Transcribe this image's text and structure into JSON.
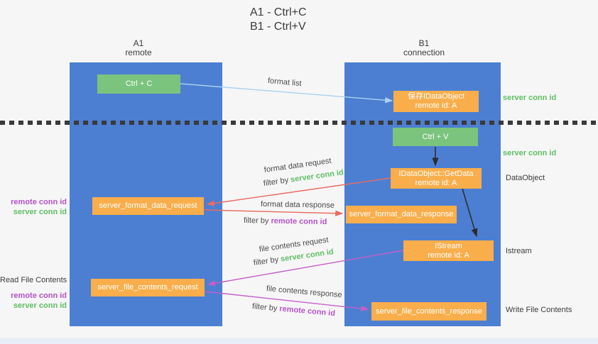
{
  "title": {
    "line1": "A1 - Ctrl+C",
    "line2": "B1 - Ctrl+V"
  },
  "columns": {
    "left": {
      "id": "A1",
      "name": "remote"
    },
    "right": {
      "id": "B1",
      "name": "connection"
    }
  },
  "boxes": {
    "ctrl_c": "Ctrl + C",
    "ctrl_v": "Ctrl + V",
    "save_idataobject": {
      "line1": "保存IDataObject",
      "line2": "remote id: A"
    },
    "getdata": {
      "line1": "IDataObject::GetData",
      "line2": "remote id: A"
    },
    "istream": {
      "line1": "IStream",
      "line2": "remote id: A"
    },
    "format_request": "server_format_data_request",
    "format_response": "server_format_data_response",
    "file_request": "server_file_contents_request",
    "file_response": "server_file_contents_response"
  },
  "arrow_labels": {
    "format_list": "format list",
    "format_data_request": "format data request",
    "format_data_response": "format data response",
    "file_contents_request": "file contents request",
    "file_contents_response": "file contents response",
    "filter_by": "filter by ",
    "server_conn_id": "server conn id",
    "remote_conn_id": "remote conn id"
  },
  "side_labels": {
    "right_server_conn_id_top": "server conn id",
    "right_server_conn_id_mid": "server conn id",
    "dataobject": "DataObject",
    "istream": "Istream",
    "write_file_contents": "Write File Contents",
    "read_file_contents": "Read File Contents",
    "left_remote_conn_id_top": "remote conn id",
    "left_server_conn_id_top": "server conn id",
    "left_remote_conn_id_bottom": "remote conn id",
    "left_server_conn_id_bottom": "server conn id"
  },
  "colors": {
    "column_blue": "#4c7fd2",
    "box_orange": "#f9ae4b",
    "button_green": "#7ac47d",
    "arrow_blue": "#a8d2ee",
    "arrow_red": "#e96b60",
    "arrow_magenta": "#c35fc9",
    "arrow_black": "#2b2b2b",
    "text_green": "#5fbf63",
    "text_purple": "#b553c9"
  }
}
